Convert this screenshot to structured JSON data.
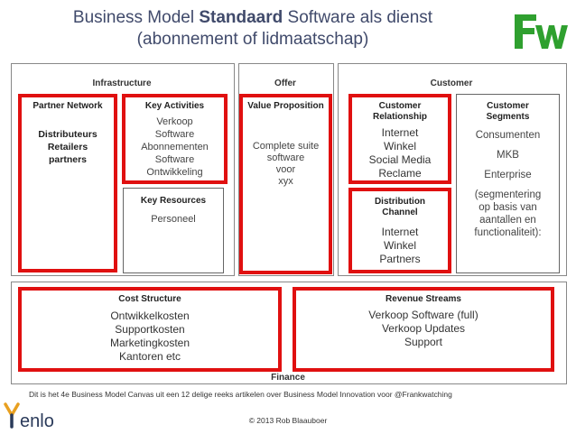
{
  "title": {
    "part1": "Business Model ",
    "bold": "Standaard",
    "part2": " Software als dienst",
    "line2": "(abonnement of lidmaatschap)"
  },
  "logo_fw": "FW",
  "sections": {
    "infrastructure": "Infrastructure",
    "offer": "Offer",
    "customer": "Customer",
    "finance": "Finance"
  },
  "partner_network": {
    "label": "Partner Network",
    "items": [
      "Distributeurs",
      "Retailers",
      "partners"
    ]
  },
  "key_activities": {
    "label": "Key Activities",
    "items": [
      "Verkoop",
      "Software",
      "Abonnementen",
      "Software",
      "Ontwikkeling"
    ]
  },
  "key_resources": {
    "label": "Key Resources",
    "items": [
      "Personeel"
    ]
  },
  "value_proposition": {
    "label": "Value Proposition",
    "items": [
      "Complete suite",
      "software",
      "voor",
      "xyx"
    ]
  },
  "customer_relationship": {
    "label_line1": "Customer",
    "label_line2": "Relationship",
    "items": [
      "Internet",
      "Winkel",
      "Social Media",
      "Reclame"
    ]
  },
  "distribution_channel": {
    "label_line1": "Distribution",
    "label_line2": "Channel",
    "items": [
      "Internet",
      "Winkel",
      "Partners"
    ]
  },
  "customer_segments": {
    "label_line1": "Customer",
    "label_line2": "Segments",
    "items": [
      "Consumenten",
      "MKB",
      "Enterprise",
      "(segmentering",
      "op basis van",
      "aantallen en",
      "functionaliteit):"
    ]
  },
  "cost_structure": {
    "label": "Cost Structure",
    "items": [
      "Ontwikkelkosten",
      "Supportkosten",
      "Marketingkosten",
      "Kantoren etc"
    ]
  },
  "revenue_streams": {
    "label": "Revenue Streams",
    "items": [
      "Verkoop Software (full)",
      "Verkoop Updates",
      "Support"
    ]
  },
  "footer_note": "Dit is het 4e Business Model Canvas uit een 12 delige reeks artikelen over Business Model Innovation voor @Frankwatching",
  "logo_yenlo": "Yenlo",
  "copyright": "© 2013 Rob Blaauboer",
  "colors": {
    "highlight": "#e01010",
    "title": "#404a6b",
    "fw_green": "#2fa02f"
  }
}
